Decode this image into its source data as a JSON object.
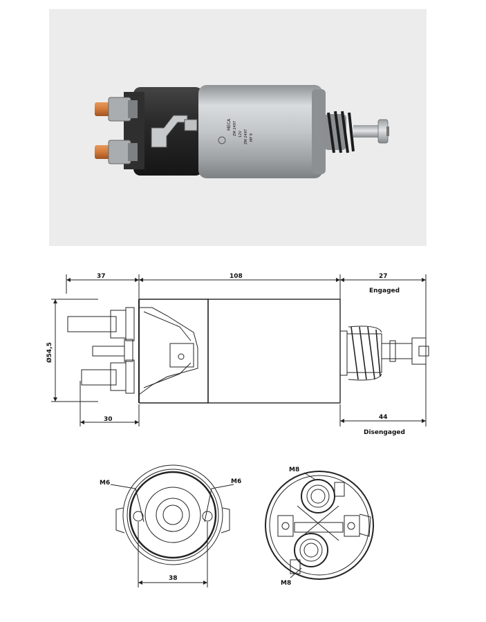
{
  "product_photo": {
    "housing_markings": [
      "MECA",
      "ZM 2497",
      "12V",
      "ZM 2497",
      "MF 9"
    ]
  },
  "side_view": {
    "dim_top_left": "37",
    "dim_top_middle": "108",
    "dim_top_right": "27",
    "label_engaged": "Engaged",
    "dim_diameter": "Ø54,5",
    "dim_bottom_left": "30",
    "dim_bottom_right": "44",
    "label_disengaged": "Disengaged"
  },
  "front_view": {
    "label_left_thread": "M6",
    "label_right_thread": "M6",
    "dim_hole_spacing": "38"
  },
  "rear_view": {
    "label_top_terminal": "M8",
    "label_bottom_terminal": "M8"
  },
  "colors": {
    "photo_background": "#ececec",
    "terminal_copper": "#d2793a",
    "housing_silver": "#bfc2c4",
    "cap_black": "#2a2a2a",
    "drawing_line": "#222222"
  }
}
